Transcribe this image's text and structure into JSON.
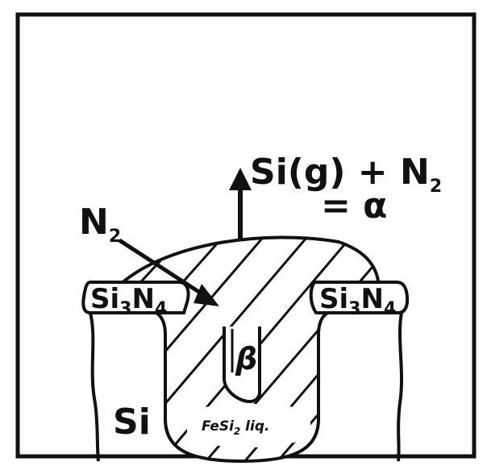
{
  "labels": {
    "gas_products": "Si(g) + N",
    "gas_products_sub": "2",
    "alpha_line": "= α",
    "nitrogen": "N",
    "nitrogen_sub": "2",
    "nitride_left": "Si",
    "nitride_left_sub1": "3",
    "nitride_left_mid": "N",
    "nitride_left_sub2": "4",
    "nitride_right": "Si",
    "nitride_right_sub1": "3",
    "nitride_right_mid": "N",
    "nitride_right_sub2": "4",
    "beta": "β",
    "liquid": "FeSi",
    "liquid_sub": "2",
    "liquid_suffix": " liq.",
    "substrate": "Si"
  },
  "colors": {
    "ink": "#111111",
    "background": "#ffffff"
  }
}
